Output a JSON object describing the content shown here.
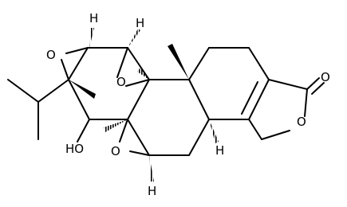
{
  "molecule": {
    "atom_labels": {
      "oxygen": "O",
      "hydroxyl": "HO",
      "hydrogen": "H"
    }
  }
}
